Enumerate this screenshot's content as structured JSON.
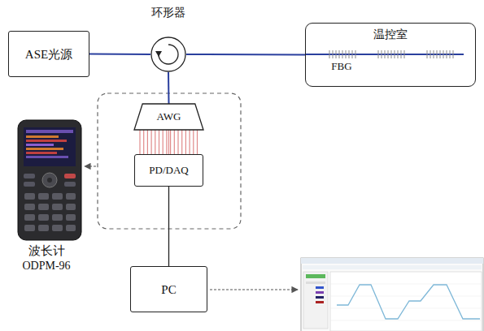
{
  "diagram": {
    "nodes": [
      {
        "text": [
          "ASE光源"
        ]
      },
      {
        "text": [
          "环形器"
        ]
      },
      {
        "text": [
          "温控室"
        ]
      },
      {
        "text": [
          "AWG"
        ]
      },
      {
        "text": [
          "PD/DAQ"
        ]
      },
      {
        "text": [
          "PC"
        ]
      }
    ],
    "edges": [
      {
        "from": 0,
        "to": 1,
        "arrow": "none"
      },
      {
        "from": 1,
        "to": 2,
        "arrow": "none"
      },
      {
        "from": 1,
        "to": 3,
        "arrow": "none"
      },
      {
        "from": 3,
        "to": 4,
        "arrow": "none"
      },
      {
        "from": 4,
        "to": 5,
        "arrow": "none"
      }
    ],
    "labels": [
      "FBG",
      "波长计",
      "ODPM-96"
    ]
  }
}
